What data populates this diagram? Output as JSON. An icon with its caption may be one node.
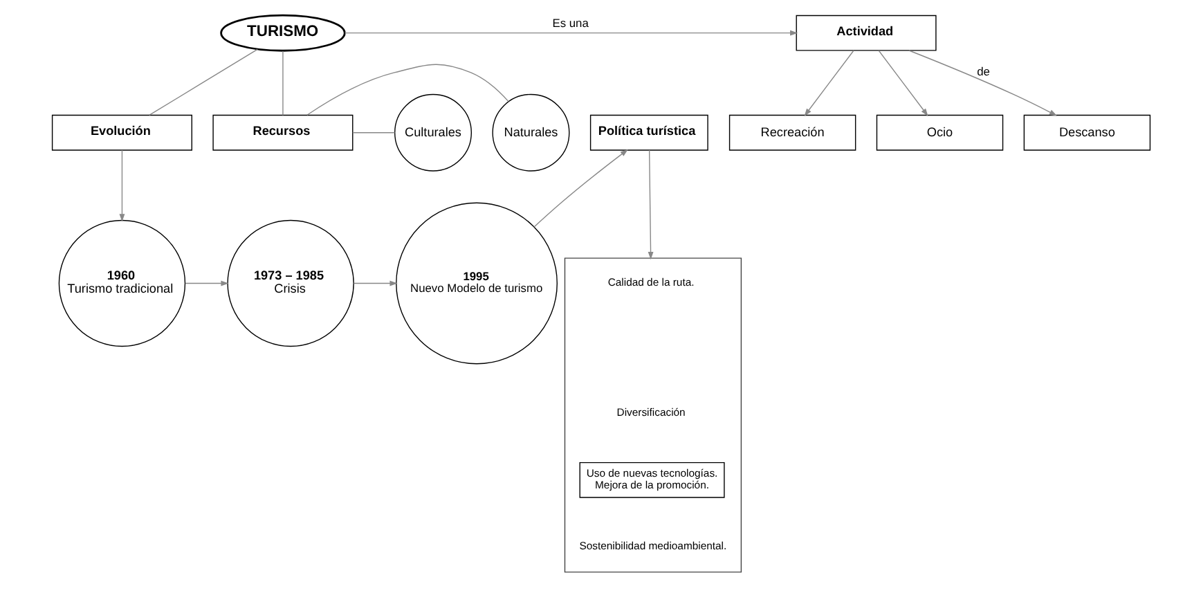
{
  "diagram": {
    "nodes": [
      {
        "text": [
          "TURISMO"
        ]
      },
      {
        "text": [
          "Actividad"
        ]
      },
      {
        "text": [
          "Ocio"
        ]
      },
      {
        "text": [
          "Descanso"
        ]
      },
      {
        "text": [
          "Recreación"
        ]
      },
      {
        "text": [
          "Naturales"
        ]
      },
      {
        "text": [
          "Culturales"
        ]
      },
      {
        "text": [
          "Recursos"
        ]
      },
      {
        "text": [
          "Evolución"
        ]
      },
      {
        "text": [
          "Política turística"
        ]
      },
      {
        "text": [
          "Calidad de la ruta.",
          "Diversificación",
          "Sostenibilidad medioambiental."
        ]
      },
      {
        "text": [
          "Uso de nuevas tecnologías.",
          "Mejora de la promoción."
        ],
        "in": 10
      },
      {
        "text": [
          "1960",
          "Turismo tradicional"
        ]
      },
      {
        "text": [
          "1973 – 1985",
          "Crisis"
        ]
      },
      {
        "text": [
          "1995",
          "Nuevo Modelo de turismo"
        ]
      }
    ],
    "edges": [
      {
        "from": 0,
        "to": 1,
        "arrow": "to",
        "label": "Es una"
      },
      {
        "from": 1,
        "to": 2,
        "arrow": "to"
      },
      {
        "from": 1,
        "to": 3,
        "arrow": "to",
        "label": "de"
      },
      {
        "from": 1,
        "to": 4,
        "arrow": "to"
      },
      {
        "from": 0,
        "to": 7,
        "arrow": "none"
      },
      {
        "from": 0,
        "to": 8,
        "arrow": "none"
      },
      {
        "from": 7,
        "to": 5,
        "arrow": "none"
      },
      {
        "from": 7,
        "to": 6,
        "arrow": "none"
      },
      {
        "from": 8,
        "to": 12,
        "arrow": "to"
      },
      {
        "from": 12,
        "to": 13,
        "arrow": "to"
      },
      {
        "from": 13,
        "to": 14,
        "arrow": "to"
      },
      {
        "from": 14,
        "to": 9,
        "arrow": "to"
      },
      {
        "from": 9,
        "to": 10,
        "arrow": "to"
      }
    ]
  }
}
